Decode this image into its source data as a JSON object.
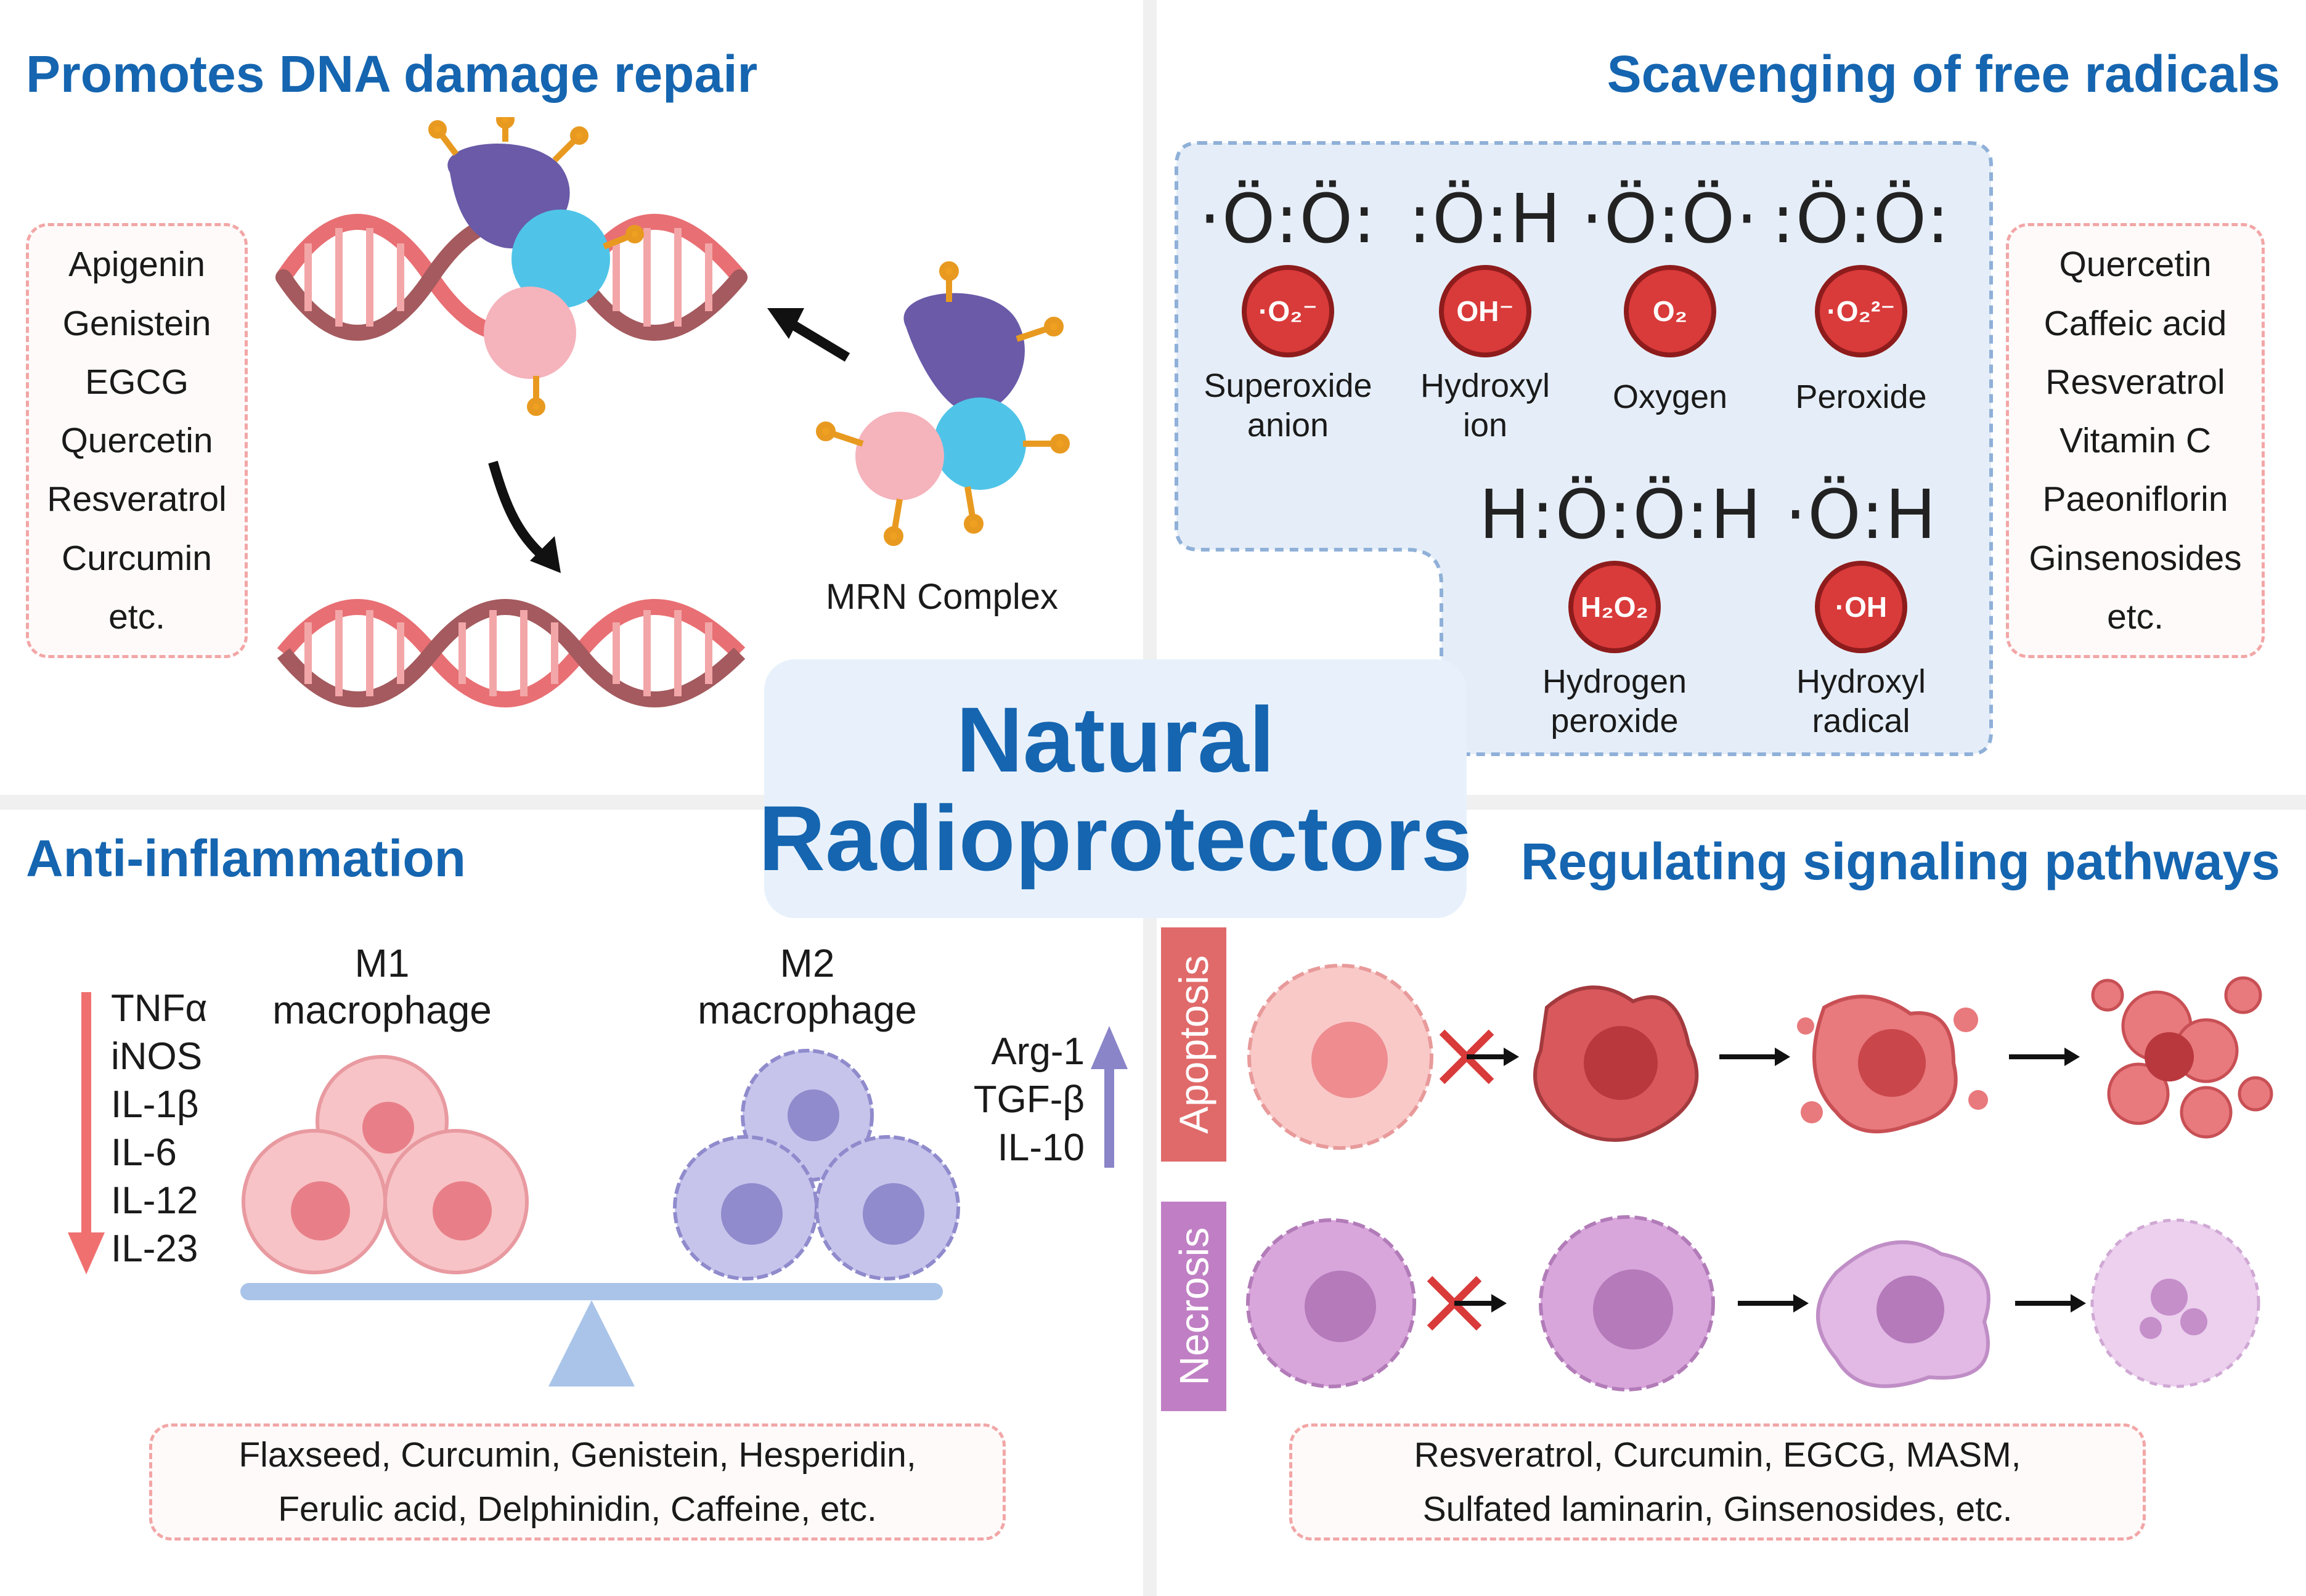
{
  "center": {
    "line1": "Natural",
    "line2": "Radioprotectors"
  },
  "sections": {
    "dna_repair": {
      "title": "Promotes DNA damage repair",
      "compounds": [
        "Apigenin",
        "Genistein",
        "EGCG",
        "Quercetin",
        "Resveratrol",
        "Curcumin",
        "etc."
      ],
      "complex_label": "MRN Complex"
    },
    "free_radicals": {
      "title": "Scavenging of free radicals",
      "radicals": [
        {
          "lewis": "·Ö:Ö:",
          "symbol": "·O₂⁻",
          "name1": "Superoxide",
          "name2": "anion"
        },
        {
          "lewis": ":Ö:H",
          "symbol": "OH⁻",
          "name1": "Hydroxyl",
          "name2": "ion"
        },
        {
          "lewis": "·Ö:Ö·",
          "symbol": "O₂",
          "name1": "Oxygen",
          "name2": ""
        },
        {
          "lewis": ":Ö:Ö:",
          "symbol": "·O₂²⁻",
          "name1": "Peroxide",
          "name2": ""
        },
        {
          "lewis": "H:Ö:Ö:H",
          "symbol": "H₂O₂",
          "name1": "Hydrogen",
          "name2": "peroxide"
        },
        {
          "lewis": "·Ö:H",
          "symbol": "·OH",
          "name1": "Hydroxyl",
          "name2": "radical"
        }
      ],
      "compounds": [
        "Quercetin",
        "Caffeic acid",
        "Resveratrol",
        "Vitamin C",
        "Paeoniflorin",
        "Ginsenosides",
        "etc."
      ]
    },
    "anti_inflammation": {
      "title": "Anti-inflammation",
      "m1_label1": "M1",
      "m1_label2": "macrophage",
      "m2_label1": "M2",
      "m2_label2": "macrophage",
      "m1_markers": [
        "TNFα",
        "iNOS",
        "IL-1β",
        "IL-6",
        "IL-12",
        "IL-23"
      ],
      "m2_markers": [
        "Arg-1",
        "TGF-β",
        "IL-10"
      ],
      "compounds_line1": "Flaxseed, Curcumin, Genistein, Hesperidin,",
      "compounds_line2": "Ferulic acid, Delphinidin, Caffeine, etc."
    },
    "signaling": {
      "title": "Regulating signaling pathways",
      "apoptosis_label": "Apoptosis",
      "necrosis_label": "Necrosis",
      "compounds_line1": "Resveratrol, Curcumin, EGCG, MASM,",
      "compounds_line2": "Sulfated laminarin, Ginsenosides, etc."
    }
  },
  "colors": {
    "title_blue": "#1565b0",
    "pink_border": "#f2a6a6",
    "radical_red": "#d93a3a",
    "apoptosis_band": "#e06a6a",
    "necrosis_band": "#c07fc4",
    "m1_arrow": "#f07070",
    "m2_arrow": "#8a85c8"
  }
}
